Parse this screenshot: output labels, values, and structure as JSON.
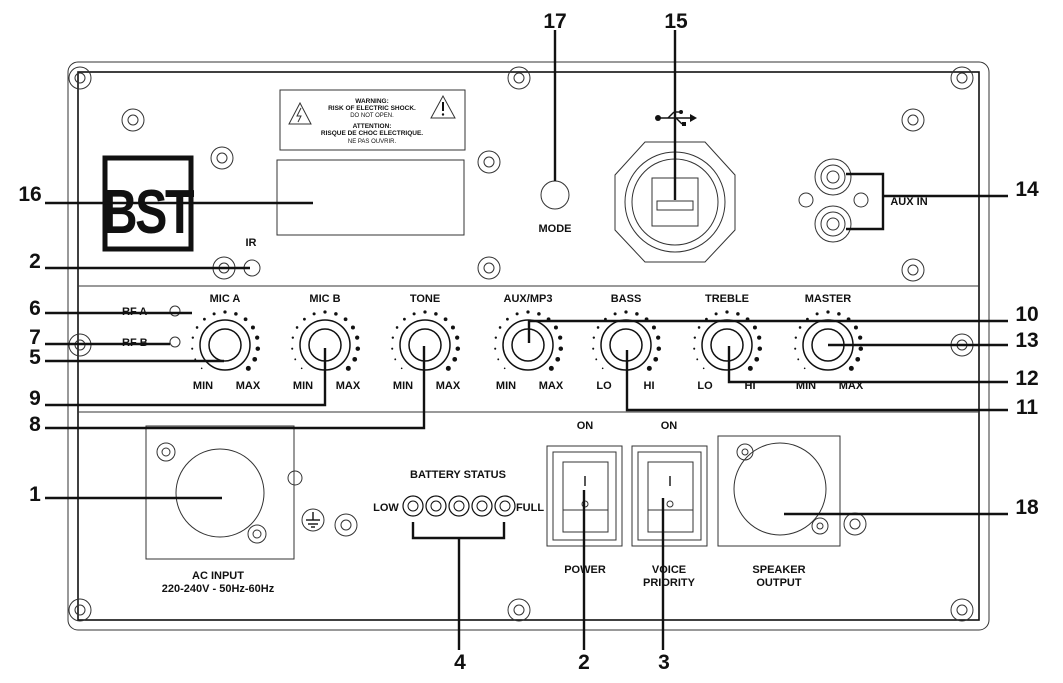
{
  "warning": {
    "line1": "WARNING:",
    "line2": "RISK OF ELECTRIC SHOCK.",
    "line3": "DO NOT OPEN.",
    "line4": "ATTENTION:",
    "line5": "RISQUE DE CHOC ELECTRIQUE.",
    "line6": "NE PAS OUVRIR."
  },
  "logo": {
    "text": "BST"
  },
  "labels": {
    "ir": "IR",
    "mode": "MODE",
    "rf_a": "RF A",
    "rf_b": "RF B",
    "aux_in": "AUX IN",
    "battery_status": "BATTERY STATUS",
    "low": "LOW",
    "full": "FULL",
    "on_power": "ON",
    "on_voice": "ON",
    "power": "POWER",
    "voice_1": "VOICE",
    "voice_2": "PRIORITY",
    "speaker_1": "SPEAKER",
    "speaker_2": "OUTPUT",
    "ac_1": "AC INPUT",
    "ac_2": "220-240V - 50Hz-60Hz"
  },
  "knobs": [
    {
      "name": "MIC A",
      "min": "MIN",
      "max": "MAX"
    },
    {
      "name": "MIC B",
      "min": "MIN",
      "max": "MAX"
    },
    {
      "name": "TONE",
      "min": "MIN",
      "max": "MAX"
    },
    {
      "name": "AUX/MP3",
      "min": "MIN",
      "max": "MAX"
    },
    {
      "name": "BASS",
      "min": "LO",
      "max": "HI"
    },
    {
      "name": "TREBLE",
      "min": "LO",
      "max": "HI"
    },
    {
      "name": "MASTER",
      "min": "MIN",
      "max": "MAX"
    }
  ],
  "callouts": {
    "c17": "17",
    "c15": "15",
    "c16": "16",
    "c14": "14",
    "c2_left": "2",
    "c6": "6",
    "c7": "7",
    "c5": "5",
    "c10": "10",
    "c13": "13",
    "c12": "12",
    "c9": "9",
    "c11": "11",
    "c8": "8",
    "c1": "1",
    "c18": "18",
    "c4": "4",
    "c2_bottom": "2",
    "c3": "3"
  }
}
